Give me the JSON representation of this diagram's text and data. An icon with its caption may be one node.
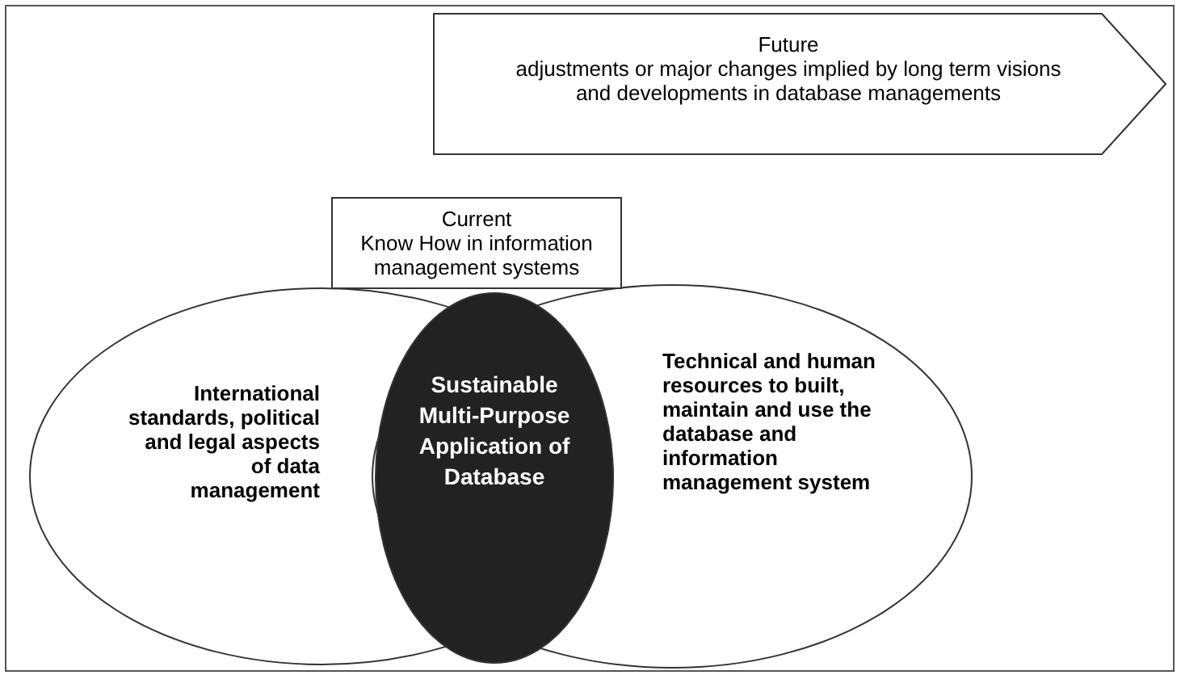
{
  "diagram": {
    "nodes": [
      {
        "text": [
          "Future",
          "adjustments or major changes implied by long term visions and developments in database managements"
        ]
      },
      {
        "text": [
          "Current",
          "Know How in information management systems"
        ]
      },
      {
        "text": [
          "International standards, political and legal aspects of data management"
        ]
      },
      {
        "text": [
          "Technical and human resources to built, maintain and use the database and information management system"
        ]
      },
      {
        "text": [
          "Sustainable Multi-Purpose Application of Database"
        ]
      }
    ],
    "edges": []
  }
}
